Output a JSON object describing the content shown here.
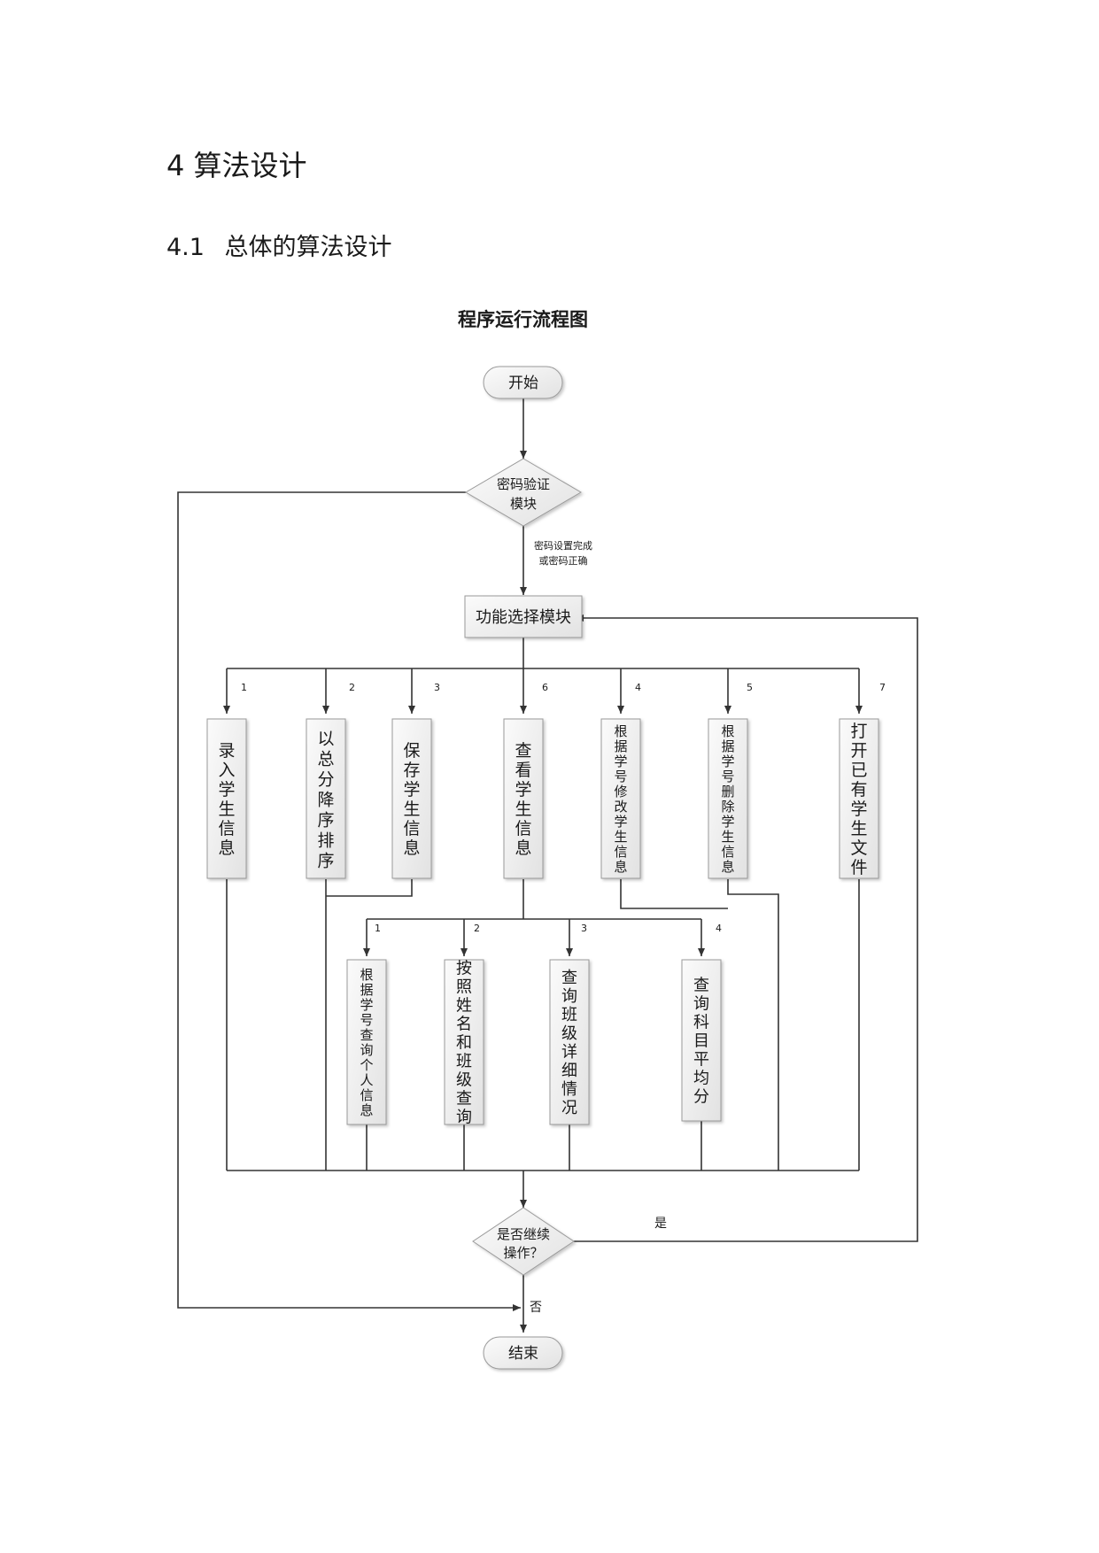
{
  "heading": {
    "number": "4",
    "title": "算法设计"
  },
  "subheading": {
    "number": "4.1",
    "title": "总体的算法设计"
  },
  "chart_title": "程序运行流程图",
  "nodes": {
    "start": "开始",
    "password": [
      "密码验证",
      "模块"
    ],
    "password_ok": [
      "密码设置完成",
      "或密码正确"
    ],
    "menu": "功能选择模块",
    "continue_q": [
      "是否继续",
      "操作？"
    ],
    "yes": "是",
    "no": "否",
    "end": "结束"
  },
  "functions": [
    {
      "num": "1",
      "label": "录入学生信息"
    },
    {
      "num": "2",
      "label": "以总分降序排序"
    },
    {
      "num": "3",
      "label": "保存学生信息"
    },
    {
      "num": "6",
      "label": "查看学生信息"
    },
    {
      "num": "4",
      "label": "根据学号修改学生信息"
    },
    {
      "num": "5",
      "label": "根据学号删除学生信息"
    },
    {
      "num": "7",
      "label": "打开已有学生文件"
    }
  ],
  "queries": [
    {
      "num": "1",
      "label": "根据学号查询个人信息"
    },
    {
      "num": "2",
      "label": "按照姓名和班级查询"
    },
    {
      "num": "3",
      "label": "查询班级详细情况"
    },
    {
      "num": "4",
      "label": "查询科目平均分"
    }
  ],
  "colors": {
    "line": "#333333",
    "box_fill": "#efefef",
    "box_stroke": "#9a9a9a"
  }
}
